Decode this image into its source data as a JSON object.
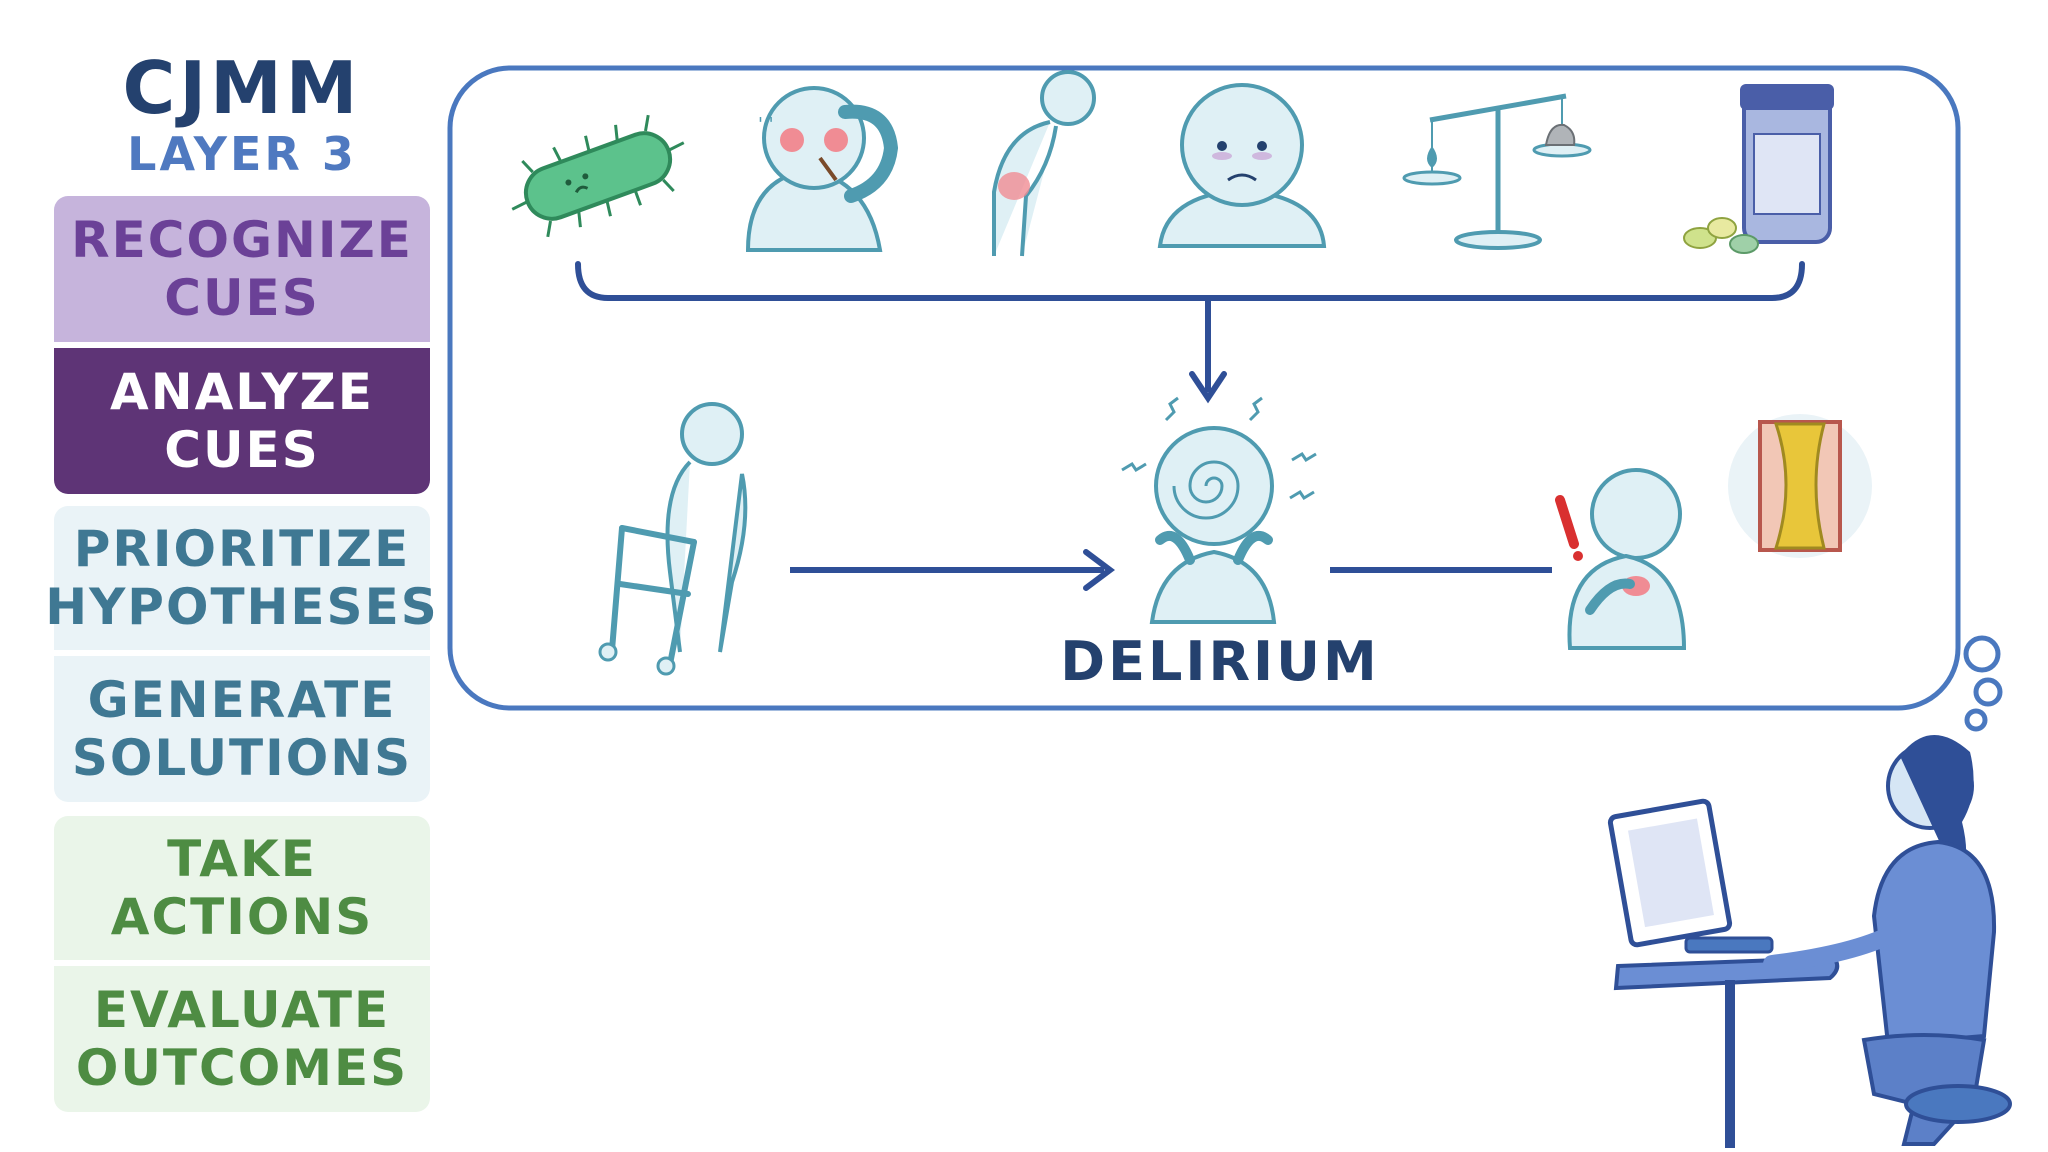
{
  "header": {
    "title": "CJMM",
    "subtitle": "LAYER 3"
  },
  "steps": [
    {
      "line1": "RECOGNIZE",
      "line2": "CUES"
    },
    {
      "line1": "ANALYZE",
      "line2": "CUES"
    },
    {
      "line1": "PRIORITIZE",
      "line2": "HYPOTHESES"
    },
    {
      "line1": "GENERATE",
      "line2": "SOLUTIONS"
    },
    {
      "line1": "TAKE",
      "line2": "ACTIONS"
    },
    {
      "line1": "EVALUATE",
      "line2": "OUTCOMES"
    }
  ],
  "diagram": {
    "center_label": "DELIRIUM",
    "causes": [
      "bacteria-icon",
      "fever-icon",
      "pain-icon",
      "sad-face-icon",
      "balance-scale-icon",
      "medication-bottle-icon"
    ],
    "colors": {
      "outline": "#4a78bf",
      "arrow": "#2f4f97",
      "figure_fill": "#dff0f5",
      "figure_stroke": "#4f9bb0",
      "alert": "#d93030"
    }
  }
}
